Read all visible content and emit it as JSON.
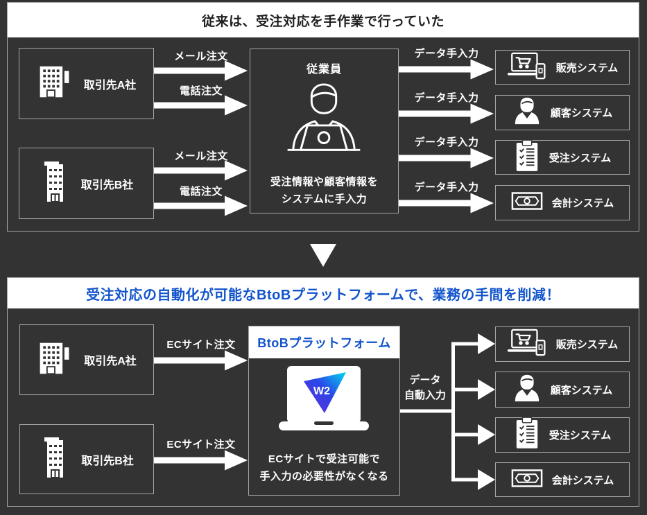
{
  "colors": {
    "background": "#333333",
    "panel_border": "#a6a6a6",
    "white": "#ffffff",
    "heading_text": "#1f1f1f",
    "accent_blue": "#1153cc",
    "logo_gradient": [
      "#6a2bd9",
      "#2a46e8",
      "#00d9f2"
    ]
  },
  "top_section": {
    "header": {
      "title": "従来は、受注対応を手作業で行っていた"
    },
    "clients": [
      {
        "name": "取引先A社",
        "icon": "office-building-icon",
        "arrows": [
          "メール注文",
          "電話注文"
        ]
      },
      {
        "name": "取引先B社",
        "icon": "tower-building-icon",
        "arrows": [
          "メール注文",
          "電話注文"
        ]
      }
    ],
    "employee": {
      "title": "従業員",
      "icon": "person-at-laptop-icon",
      "caption": [
        "受注情報や顧客情報を",
        "システムに手入力"
      ]
    },
    "system_arrows": [
      "データ手入力",
      "データ手入力",
      "データ手入力",
      "データ手入力"
    ],
    "systems": [
      {
        "name": "販売システム",
        "icon": "sales-laptop-cart-icon"
      },
      {
        "name": "顧客システム",
        "icon": "customer-person-icon"
      },
      {
        "name": "受注システム",
        "icon": "order-clipboard-icon"
      },
      {
        "name": "会計システム",
        "icon": "accounting-banknote-icon"
      }
    ]
  },
  "transition": {
    "icon": "down-triangle-icon"
  },
  "bottom_section": {
    "header": {
      "title": "受注対応の自動化が可能なBtoBプラットフォームで、業務の手間を削減！"
    },
    "clients": [
      {
        "name": "取引先A社",
        "icon": "office-building-icon",
        "arrow": "ECサイト注文"
      },
      {
        "name": "取引先B社",
        "icon": "tower-building-icon",
        "arrow": "ECサイト注文"
      }
    ],
    "platform": {
      "title": "BtoBプラットフォーム",
      "logo_text": "W2",
      "icon": "laptop-w2-logo-icon",
      "caption": [
        "ECサイトで受注可能で",
        "手入力の必要性がなくなる"
      ]
    },
    "auto_arrow": {
      "lines": [
        "データ",
        "自動入力"
      ]
    },
    "systems": [
      {
        "name": "販売システム",
        "icon": "sales-laptop-cart-icon"
      },
      {
        "name": "顧客システム",
        "icon": "customer-person-icon"
      },
      {
        "name": "受注システム",
        "icon": "order-clipboard-icon"
      },
      {
        "name": "会計システム",
        "icon": "accounting-banknote-icon"
      }
    ]
  }
}
